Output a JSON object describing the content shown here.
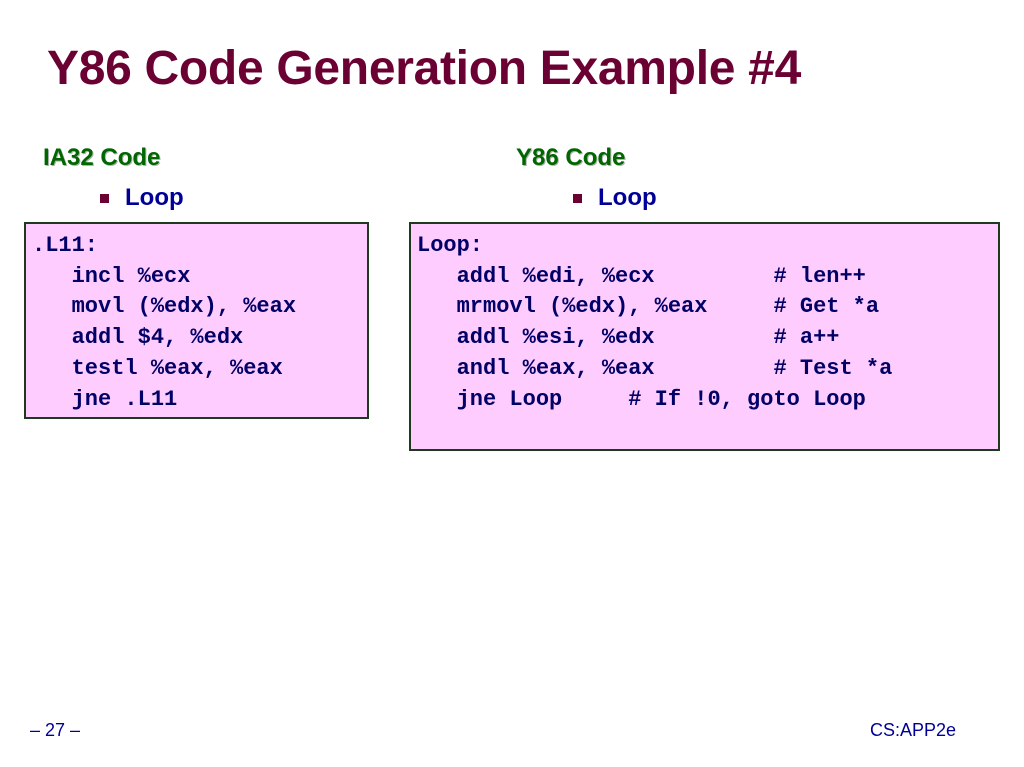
{
  "title": "Y86 Code Generation Example #4",
  "ia32": {
    "heading": "IA32 Code",
    "bullet": "Loop",
    "lines": [
      ".L11:",
      "   incl %ecx",
      "   movl (%edx), %eax",
      "   addl $4, %edx",
      "   testl %eax, %eax",
      "   jne .L11"
    ]
  },
  "y86": {
    "heading": "Y86 Code",
    "bullet": "Loop",
    "lines": [
      "Loop:",
      "   addl %edi, %ecx         # len++",
      "   mrmovl (%edx), %eax     # Get *a",
      "   addl %esi, %edx         # a++",
      "   andl %eax, %eax         # Test *a",
      "   jne Loop     # If !0, goto Loop"
    ]
  },
  "footer": {
    "page": "– 27 –",
    "course": "CS:APP2e"
  }
}
